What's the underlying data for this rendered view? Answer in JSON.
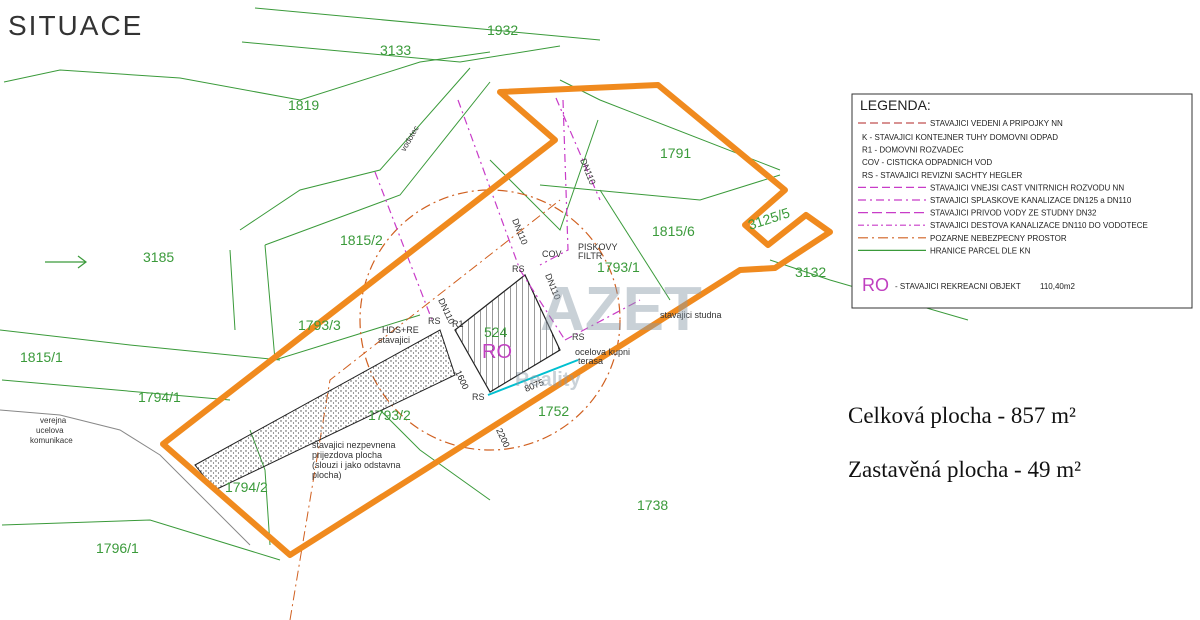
{
  "title": "SITUACE",
  "parcels": [
    "1932",
    "3133",
    "1819",
    "1791",
    "3185",
    "1815/2",
    "1815/6",
    "3125/5",
    "3132",
    "1793/1",
    "1793/3",
    "1815/1",
    "1794/1",
    "1793/2",
    "1752",
    "1794/2",
    "1738",
    "1796/1"
  ],
  "labels": {
    "vodotec": "vodotec",
    "dn110_a": "DN110",
    "dn110_b": "DN110",
    "dn110_c": "DN110",
    "dn110_d": "DN110",
    "cov": "COV",
    "piskovy": "PISKOVY",
    "filtr": "FILTR",
    "rs1": "RS",
    "rs2": "RS",
    "rs3": "RS",
    "rs4": "RS",
    "r1": "R1",
    "hds_re": "HDS+RE",
    "stavajici": "stavajici",
    "object_area": "524",
    "ro": "RO",
    "studna": "stavajici studna",
    "terasa1": "ocelova kupni",
    "terasa2": "terasa",
    "dim1600": "1600",
    "dim8075": "8075",
    "dim2200": "2200",
    "road1": "verejna",
    "road2": "ucelova",
    "road3": "komunikace",
    "driveway1": "stavajici nezpevnena",
    "driveway2": "prijezdova plocha",
    "driveway3": "(slouzi i jako odstavna",
    "driveway4": "plocha)"
  },
  "legend": {
    "title": "LEGENDA:",
    "items": [
      "STAVAJICI VEDENI A PRIPOJKY NN",
      "K - STAVAJICI KONTEJNER TUHY DOMOVNI ODPAD",
      "R1 - DOMOVNI ROZVADEC",
      "COV - CISTICKA ODPADNICH VOD",
      "RS - STAVAJICI REVIZNI SACHTY HEGLER",
      "STAVAJICI VNEJSI CAST VNITRNICH ROZVODU NN",
      "STAVAJICI SPLASKOVE KANALIZACE DN125 a DN110",
      "STAVAJICI PRIVOD VODY ZE STUDNY DN32",
      "STAVAJICI DESTOVA KANALIZACE DN110 DO VODOTECE",
      "POZARNE NEBEZPECNY PROSTOR",
      "HRANICE PARCEL DLE KN"
    ],
    "ro_code": "RO",
    "ro_text": "- STAVAJICI REKREACNI OBJEKT",
    "ro_area": "110,40m2"
  },
  "areas": {
    "total": "Celková plocha - 857 m²",
    "built": "Zastavěná plocha - 49 m²"
  },
  "watermark": {
    "brand": "AZET",
    "sub": "Reality"
  },
  "colors": {
    "boundary": "#f08a1e",
    "parcel_line": "#3a9a3a",
    "pipe": "#c83cc8",
    "fire": "#d06020",
    "ro": "#c040c0",
    "terrace": "#00c0d0"
  }
}
